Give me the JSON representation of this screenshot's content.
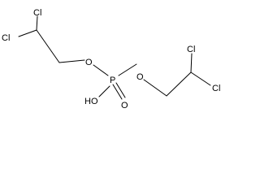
{
  "atoms": {
    "cl1": "Cl",
    "cl2": "Cl",
    "cl3": "Cl",
    "cl4": "Cl",
    "o_left": "O",
    "o_right": "O",
    "p": "P",
    "ho": "HO",
    "o_double": "O"
  },
  "colors": {
    "bond": "#000000",
    "label": "#000000",
    "background": "#ffffff"
  }
}
